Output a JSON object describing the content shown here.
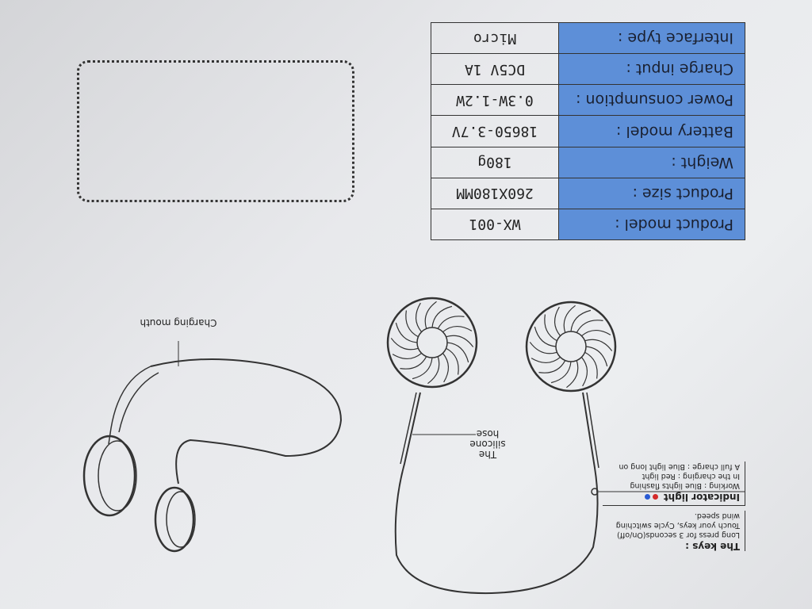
{
  "spec_table": [
    {
      "label": "Product model :",
      "value": "WX-001"
    },
    {
      "label": "Product size :",
      "value": "260X180MM"
    },
    {
      "label": "Weight :",
      "value": "180g"
    },
    {
      "label": "Battery model :",
      "value": "18650-3.7V"
    },
    {
      "label": "Power consumption :",
      "value": "0.3W-1.2W"
    },
    {
      "label": "Charge input :",
      "value": "DC5V 1A"
    },
    {
      "label": "Interface type :",
      "value": "Micro"
    }
  ],
  "keys": {
    "title": "The keys :",
    "text": "Long press for 3 seconds(On/off) Touch your keys, Cycle switching wind speed."
  },
  "indicator": {
    "title": "Indicator light",
    "lines": [
      "Working : Blue lights flashing",
      "In the charging : Red light",
      "A full charge : Blue light long on"
    ],
    "colors": [
      "#d42a2a",
      "#2a5bd4"
    ]
  },
  "labels": {
    "charging_mouth": "Charging mouth",
    "hose": "The silicone hose"
  },
  "colors": {
    "label_cell": "#5d8fd8"
  }
}
